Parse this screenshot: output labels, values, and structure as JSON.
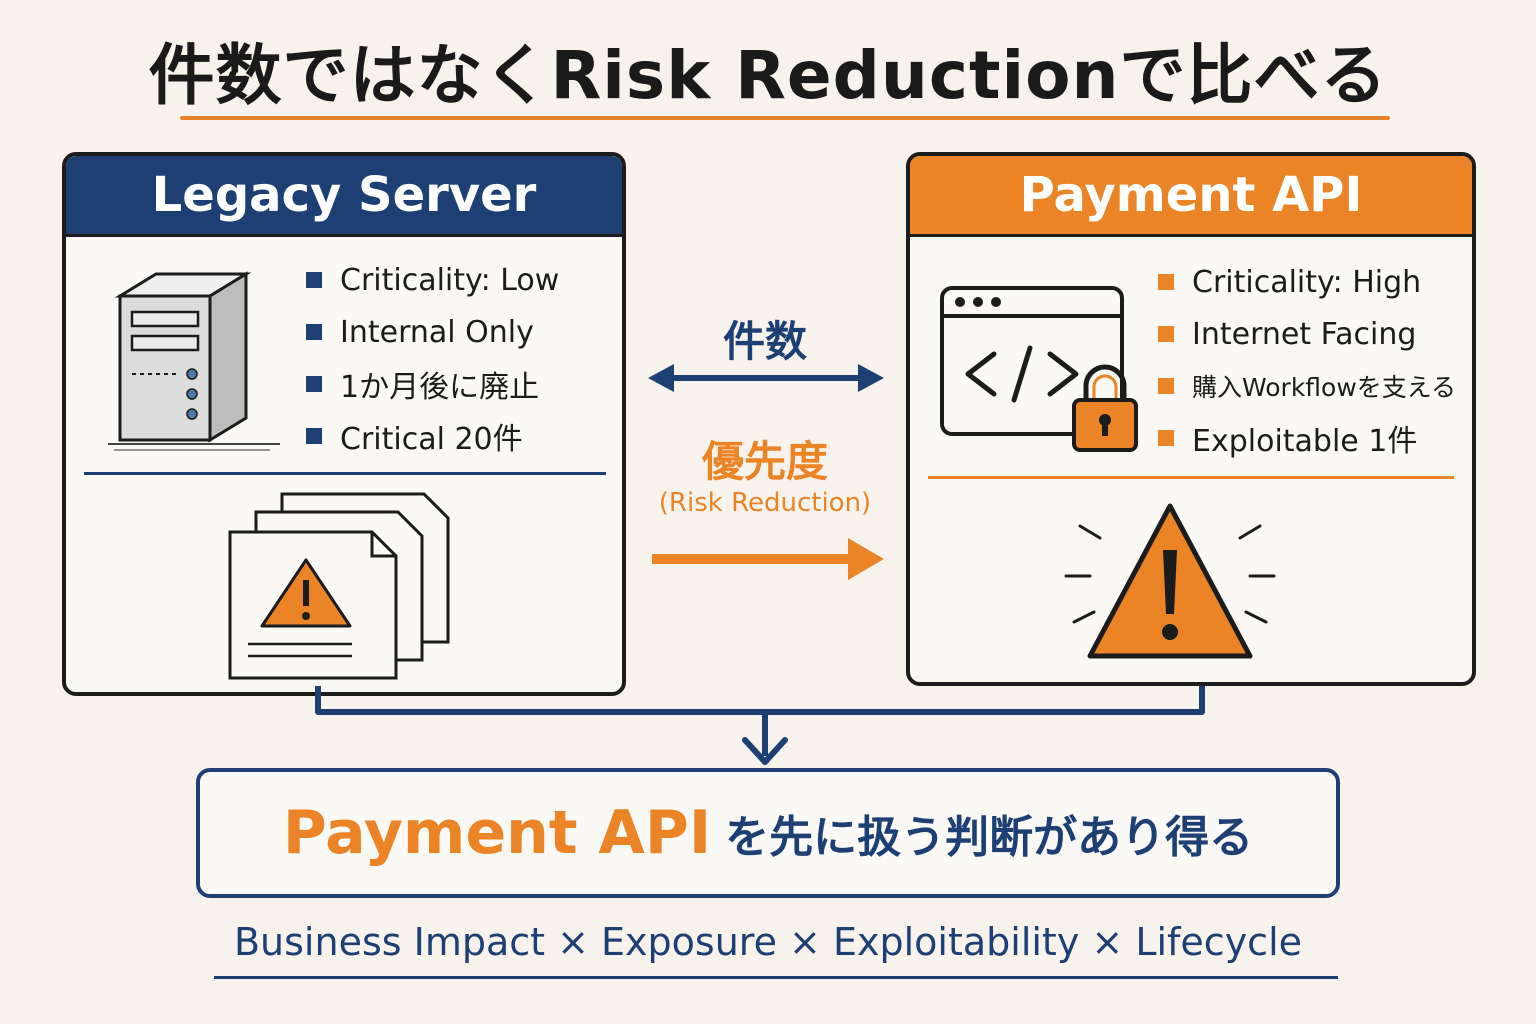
{
  "title": "件数ではなくRisk Reductionで比べる",
  "left_panel": {
    "header": "Legacy Server",
    "bullets": [
      "Criticality: Low",
      "Internal Only",
      "1か月後に廃止",
      "Critical 20件"
    ],
    "icons": [
      "server-icon",
      "stacked-warning-documents-icon"
    ]
  },
  "right_panel": {
    "header": "Payment API",
    "bullets": [
      "Criticality: High",
      "Internet Facing",
      "購入Workflowを支える",
      "Exploitable 1件"
    ],
    "icons": [
      "code-window-icon",
      "padlock-icon",
      "warning-triangle-icon"
    ]
  },
  "middle": {
    "count_label": "件数",
    "priority_label": "優先度",
    "priority_sub": "(Risk Reduction)"
  },
  "result": {
    "emphasis": "Payment API",
    "rest": "を先に扱う判断があり得る"
  },
  "formula": "Business Impact × Exposure × Exploitability × Lifecycle",
  "colors": {
    "navy": "#1e3f74",
    "orange": "#ea8427",
    "background": "#f7f3ec"
  }
}
